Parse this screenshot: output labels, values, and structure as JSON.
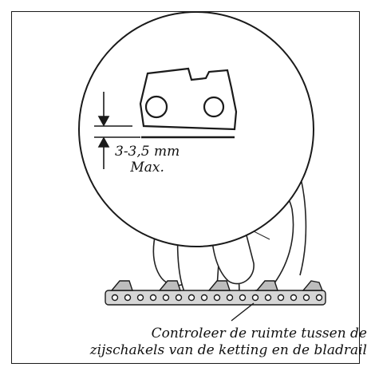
{
  "figure": {
    "measurement_value": "3-3,5 mm",
    "measurement_limit": "Max.",
    "caption_line1": "Controleer de ruimte tussen de",
    "caption_line2": "zijschakels van de ketting en de bladrail"
  }
}
